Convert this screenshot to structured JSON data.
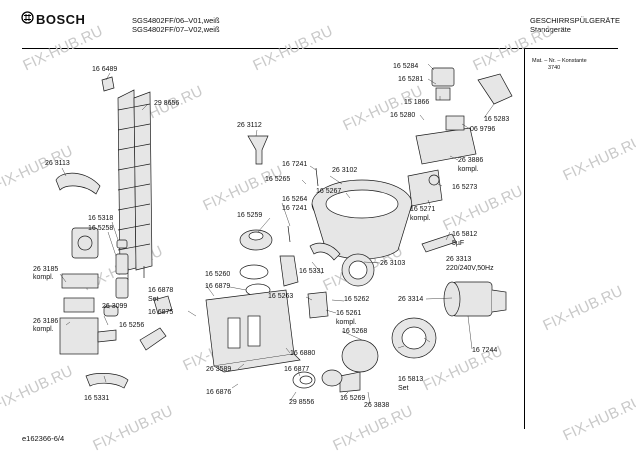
{
  "header": {
    "brand": "BOSCH",
    "model_line1": "SGS4802FF/06–V01,weiß",
    "model_line2": "SGS4802FF/07–V02,weiß",
    "category_line1": "GESCHIRRSPÜLGERÄTE",
    "category_line2": "Standgeräte"
  },
  "side_box": {
    "line1": "Mat. – Nr. – Konstante",
    "line2": "3740"
  },
  "footer": "e162366-6/4",
  "watermark": "FIX-HUB.RU",
  "part_labels": [
    "16 6489",
    "29 8656",
    "26 3113",
    "16 5318",
    "16 5258",
    "26 3185",
    "kompl.",
    "26 3099",
    "26 3186",
    "kompl.",
    "16 5256",
    "16 5331",
    "26 3112",
    "16 7241",
    "16 5265",
    "26 3102",
    "16 5267",
    "16 5264",
    "16 7241",
    "16 5259",
    "16 6878",
    "Set",
    "16 6879",
    "16 5260",
    "16 5263",
    "16 6875",
    "16 5331",
    "16 5262",
    "16 5261",
    "kompl.",
    "16 6880",
    "16 5268",
    "26 3589",
    "16 6877",
    "16 6876",
    "29 8556",
    "16 5269",
    "26 3838",
    "26 3103",
    "16 5284",
    "16 5281",
    "15 1866",
    "16 5280",
    "16 5283",
    "06 9796",
    "26 3886",
    "kompl.",
    "16 5273",
    "16 5271",
    "kompl.",
    "16 5812",
    "5µF",
    "26 3313",
    "220/240V,50Hz",
    "26 3314",
    "16 5813",
    "Set",
    "16 7244"
  ],
  "colors": {
    "line": "#1a1a1a",
    "part_fill": "#e6e6e6",
    "watermark": "#c9c9c9"
  }
}
